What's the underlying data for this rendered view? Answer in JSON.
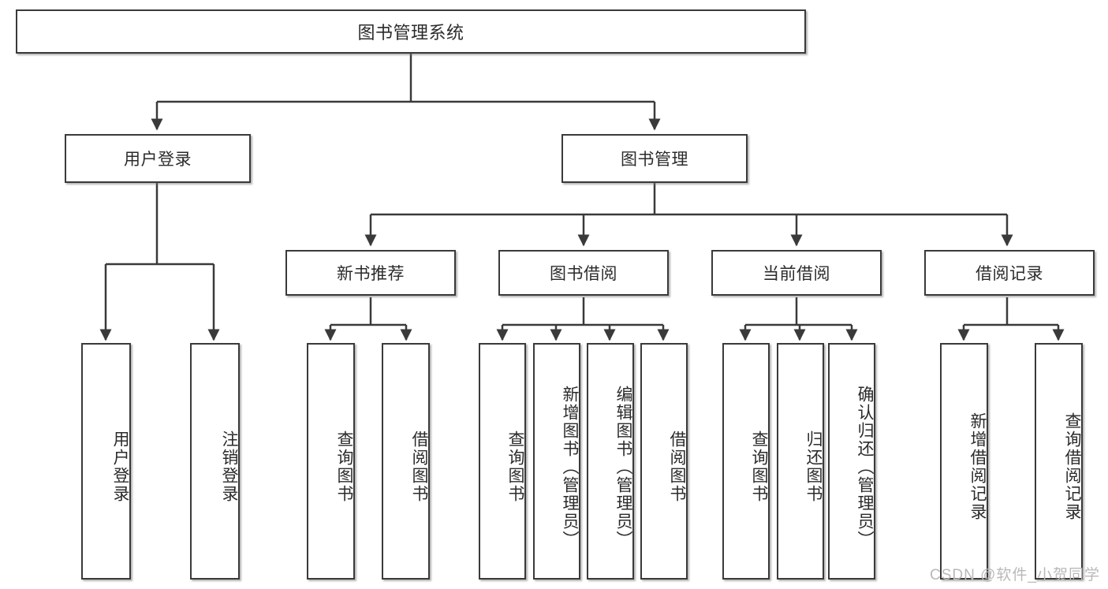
{
  "diagram": {
    "type": "tree",
    "title": "图书管理系统",
    "watermark": "CSDN @软件_小贺同学",
    "colors": {
      "box_border": "#3a3a3a",
      "box_fill": "#ffffff",
      "edge": "#3a3a3a",
      "text": "#2b2b2b",
      "watermark": "#b9b9b9"
    },
    "root": {
      "label": "图书管理系统"
    },
    "level1": [
      {
        "id": "user-login",
        "label": "用户登录"
      },
      {
        "id": "book-manage",
        "label": "图书管理"
      }
    ],
    "level2": [
      {
        "id": "new-book-recommend",
        "label": "新书推荐",
        "parent": "book-manage"
      },
      {
        "id": "book-borrow",
        "label": "图书借阅",
        "parent": "book-manage"
      },
      {
        "id": "current-borrow",
        "label": "当前借阅",
        "parent": "book-manage"
      },
      {
        "id": "borrow-record",
        "label": "借阅记录",
        "parent": "book-manage"
      }
    ],
    "leaves": [
      {
        "id": "leaf-user-login",
        "label": "用户登录",
        "parent": "user-login"
      },
      {
        "id": "leaf-user-logout",
        "label": "注销登录",
        "parent": "user-login"
      },
      {
        "id": "leaf-query-book-1",
        "label": "查询图书",
        "parent": "new-book-recommend"
      },
      {
        "id": "leaf-borrow-book-1",
        "label": "借阅图书",
        "parent": "new-book-recommend"
      },
      {
        "id": "leaf-query-book-2",
        "label": "查询图书",
        "parent": "book-borrow"
      },
      {
        "id": "leaf-add-book",
        "label": "新增图书（管理员）",
        "parent": "book-borrow"
      },
      {
        "id": "leaf-edit-book",
        "label": "编辑图书（管理员）",
        "parent": "book-borrow"
      },
      {
        "id": "leaf-borrow-book-2",
        "label": "借阅图书",
        "parent": "book-borrow"
      },
      {
        "id": "leaf-query-book-3",
        "label": "查询图书",
        "parent": "current-borrow"
      },
      {
        "id": "leaf-return-book",
        "label": "归还图书",
        "parent": "current-borrow"
      },
      {
        "id": "leaf-confirm-return",
        "label": "确认归还（管理员）",
        "parent": "current-borrow"
      },
      {
        "id": "leaf-add-record",
        "label": "新增借阅记录",
        "parent": "borrow-record"
      },
      {
        "id": "leaf-query-record",
        "label": "查询借阅记录",
        "parent": "borrow-record"
      }
    ]
  }
}
